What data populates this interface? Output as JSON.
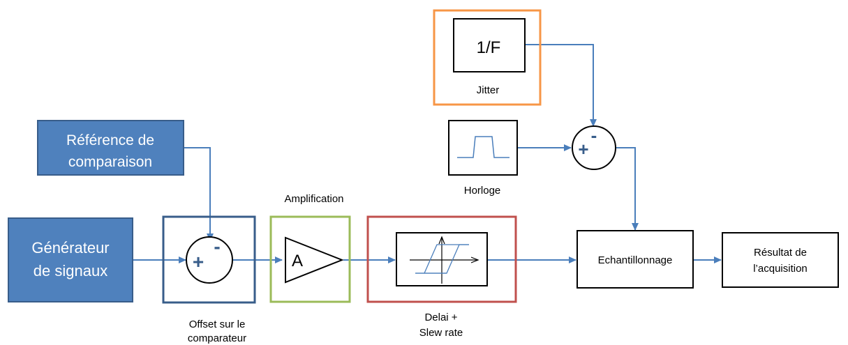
{
  "reference": {
    "line1": "Référence  de",
    "line2": "comparaison"
  },
  "generator": {
    "line1": "Générateur",
    "line2": "de signaux"
  },
  "offset": {
    "line1": "Offset sur le",
    "line2": "comparateur"
  },
  "amplification": {
    "title": "Amplification",
    "symbol": "A"
  },
  "delay": {
    "line1": "Delai +",
    "line2": "Slew rate"
  },
  "clock": {
    "label": "Horloge"
  },
  "jitter": {
    "label": "Jitter",
    "symbol": "1/F"
  },
  "sampling": {
    "label": "Echantillonnage"
  },
  "result": {
    "line1": "Résultat de",
    "line2": "l’acquisition"
  },
  "summer": {
    "plus": "+",
    "minus": "-"
  },
  "colors": {
    "blue_fill": "#4f81bd",
    "dark_blue_border": "#385d8a",
    "green_border": "#9bbb59",
    "red_border": "#c0504d",
    "orange_border": "#f79646",
    "arrow": "#4a7ebb"
  }
}
